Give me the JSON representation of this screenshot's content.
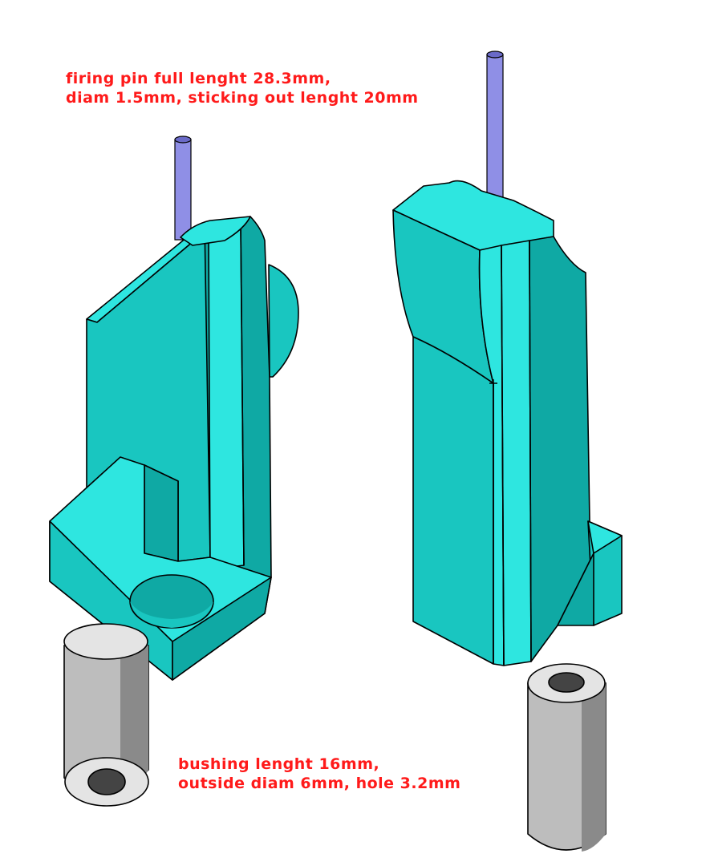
{
  "annotations": {
    "firing_pin": {
      "line1": "firing pin full lenght 28.3mm,",
      "line2": "diam 1.5mm, sticking out lenght 20mm"
    },
    "bushing": {
      "line1": "bushing lenght 16mm,",
      "line2": "outside diam 6mm, hole 3.2mm"
    }
  },
  "colors": {
    "text": "#ff1a1a",
    "block_light": "#2ee6e0",
    "block_mid": "#19c6c0",
    "block_dark": "#0fa9a4",
    "pin": "#8f8fe6",
    "pin_dark": "#6a6ac8",
    "bushing_light": "#e4e4e4",
    "bushing_mid": "#bdbdbd",
    "bushing_dark": "#8a8a8a",
    "outline": "#000000"
  }
}
